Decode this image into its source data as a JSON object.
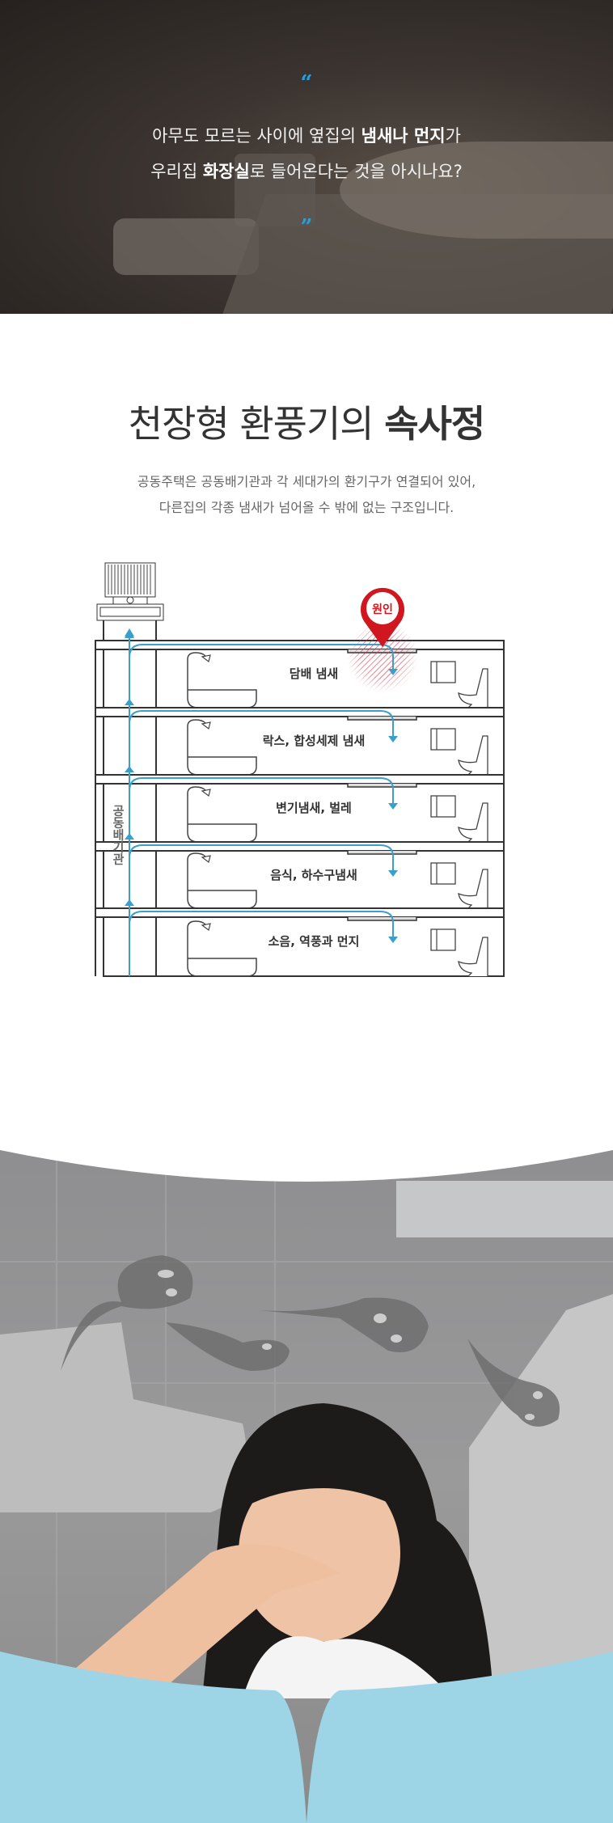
{
  "hero": {
    "quote_open": "“",
    "quote_close": "”",
    "line1_a": "아무도 모르는 사이에 옆집의 ",
    "line1_bold": "냄새나 먼지",
    "line1_b": "가",
    "line2_a": "우리집 ",
    "line2_bold": "화장실",
    "line2_b": "로 들어온다는 것을 아시나요?"
  },
  "section": {
    "title_light": "천장형 환풍기의 ",
    "title_bold": "속사정",
    "desc_line1": "공동주택은 공동배기관과 각 세대가의 환기구가 연결되어 있어,",
    "desc_line2": "다른집의 각종 냄새가 넘어올 수 밖에 없는 구조입니다."
  },
  "diagram": {
    "shaft_label": "공동배기관",
    "cause_pin": "원인",
    "floors": [
      "담배 냄새",
      "락스, 합성세제 냄새",
      "변기냄새, 벌레",
      "음식, 하수구냄새",
      "소음, 역풍과 먼지"
    ],
    "colors": {
      "flow": "#3a9fcc",
      "pin": "#d0161e",
      "line": "#333333"
    }
  },
  "bottom": {
    "accent": "#9dd5e6"
  }
}
